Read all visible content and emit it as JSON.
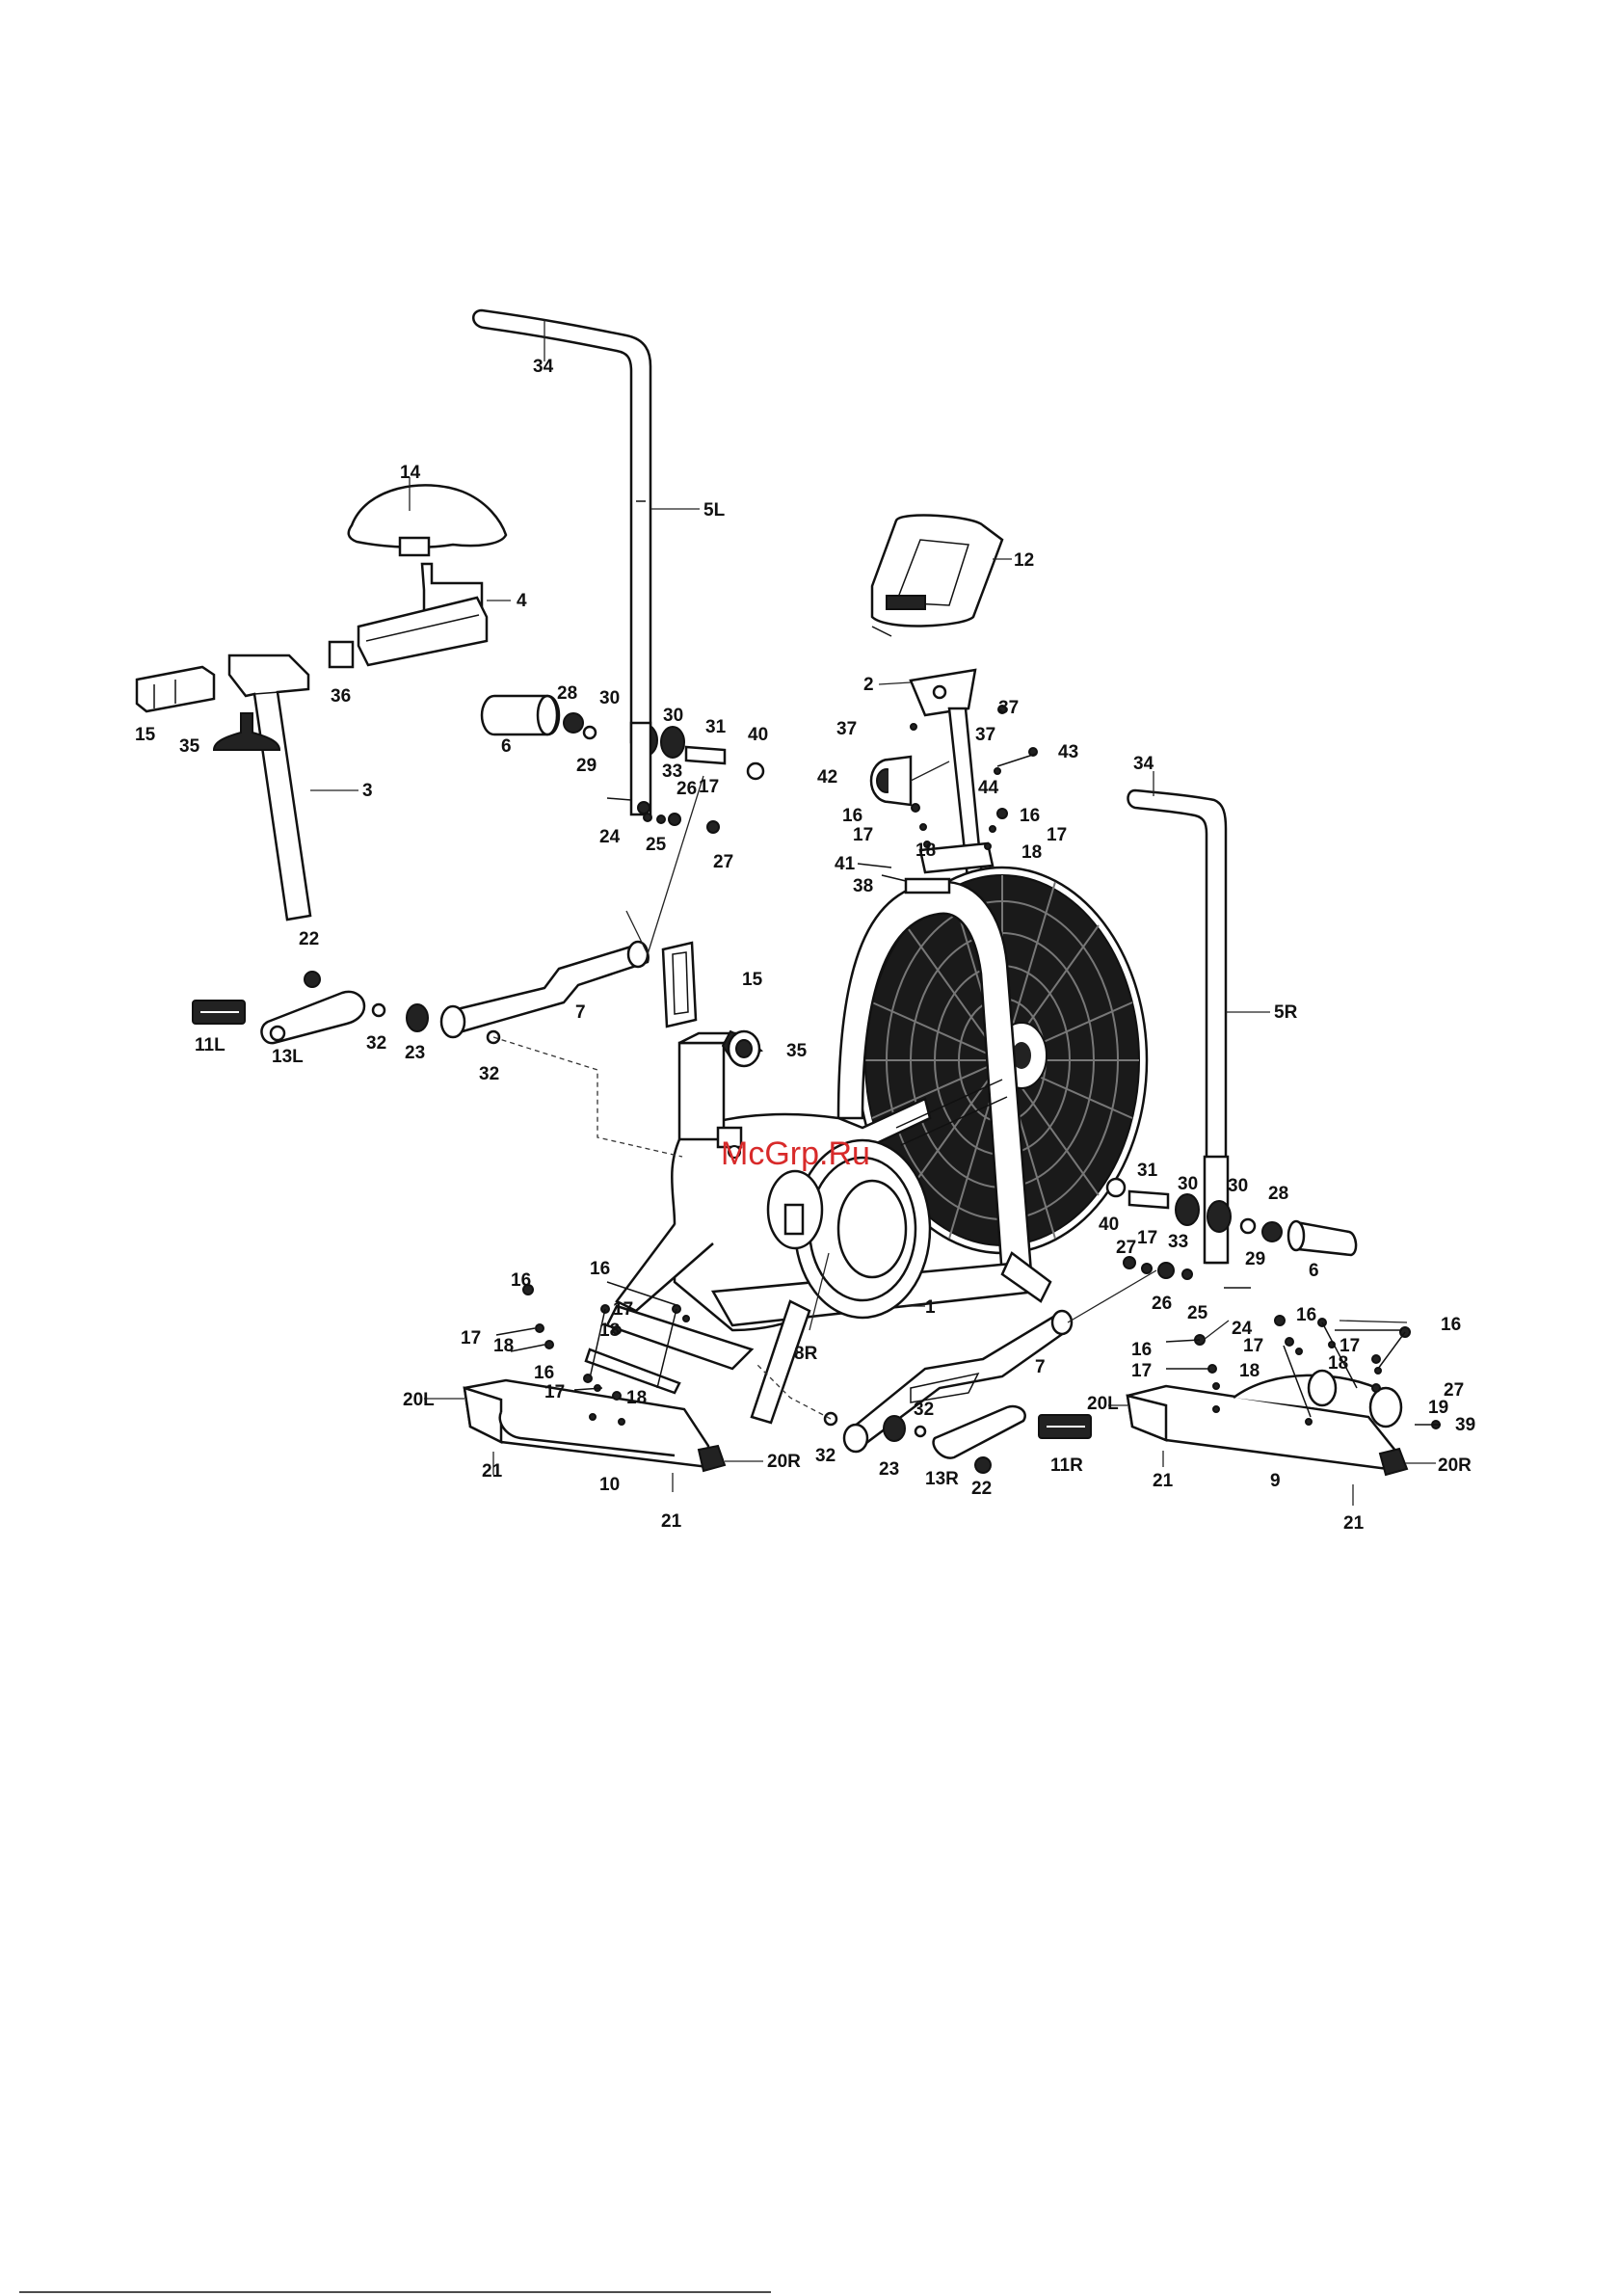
{
  "watermark": "McGrp.Ru",
  "labels": {
    "l34a": "34",
    "l5L": "5L",
    "l14": "14",
    "l4": "4",
    "l12": "12",
    "l36": "36",
    "l15a": "15",
    "l35a": "35",
    "l3": "3",
    "l6a": "6",
    "l28a": "28",
    "l29a": "29",
    "l30a": "30",
    "l30b": "30",
    "l31a": "31",
    "l40a": "40",
    "l33a": "33",
    "l26a": "26",
    "l17a": "17",
    "l24a": "24",
    "l25a": "25",
    "l27a": "27",
    "l2": "2",
    "l37a": "37",
    "l37b": "37",
    "l37c": "37",
    "l43": "43",
    "l42": "42",
    "l44": "44",
    "l16a": "16",
    "l17b": "17",
    "l18a": "18",
    "l16b": "16",
    "l17c": "17",
    "l18b": "18",
    "l41": "41",
    "l38": "38",
    "l34b": "34",
    "l22a": "22",
    "l11L": "11L",
    "l13L": "13L",
    "l32a": "32",
    "l23a": "23",
    "l7a": "7",
    "l32b": "32",
    "l15b": "15",
    "l35b": "35",
    "l5R": "5R",
    "l31b": "31",
    "l30c": "30",
    "l28b": "28",
    "l40b": "40",
    "l30d": "30",
    "l29b": "29",
    "l6b": "6",
    "l27b": "27",
    "l17d": "17",
    "l33b": "33",
    "l26b": "26",
    "l25b": "25",
    "l24b": "24",
    "l16c": "16",
    "l16d": "16",
    "l16e": "16",
    "l17e": "17",
    "l17f": "17",
    "l18c": "18",
    "l17g": "17",
    "l18d": "18",
    "l27c": "27",
    "l19": "19",
    "l39": "39",
    "l20Lb": "20L",
    "l9": "9",
    "l20Rb": "20R",
    "l21c": "21",
    "l21d": "21",
    "l16f": "16",
    "l17h": "17",
    "l18e": "18",
    "l17i": "17",
    "l18f": "18",
    "l16g": "16",
    "l17j": "17",
    "l18g": "18",
    "l20La": "20L",
    "l21a": "21",
    "l10": "10",
    "l20Ra": "20R",
    "l21b": "21",
    "l8R": "8R",
    "l1": "1",
    "l7b": "7",
    "l32c": "32",
    "l32d": "32",
    "l23b": "23",
    "l13R": "13R",
    "l22b": "22",
    "l11R": "11R"
  }
}
